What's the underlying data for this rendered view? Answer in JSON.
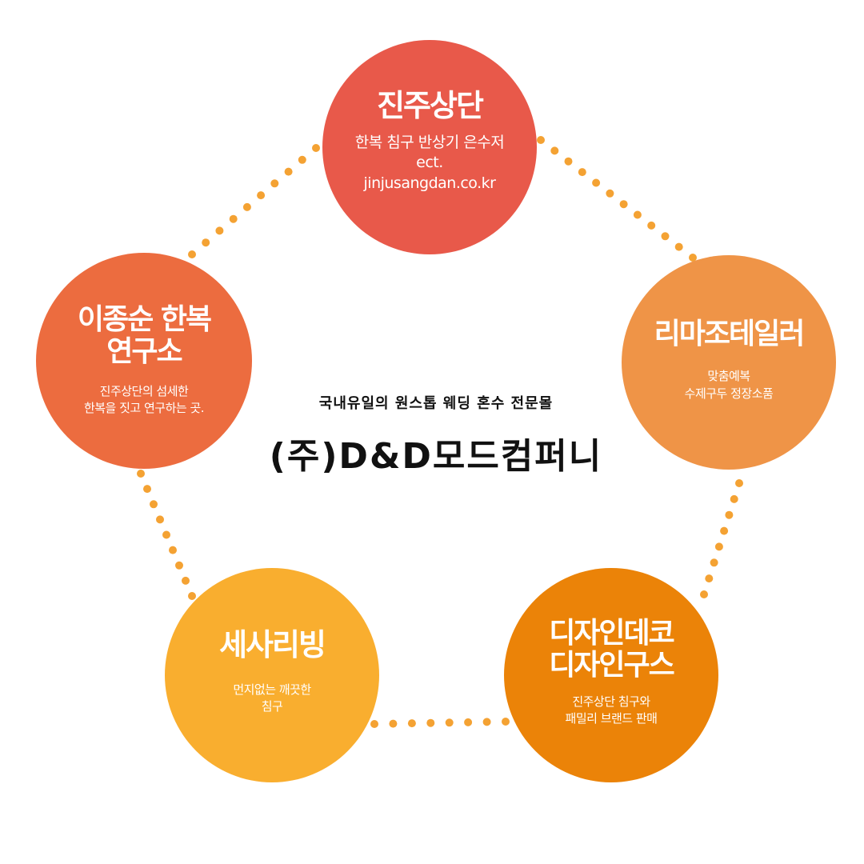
{
  "colors": {
    "dots": "#F4A233",
    "jinju": "#E8594A",
    "rima": "#EF9447",
    "leejongsoon": "#EC6C3F",
    "sesariving": "#F9AE2F",
    "design": "#EB8308"
  },
  "center": {
    "tagline": "국내유일의 원스톱 웨딩 혼수 전문몰",
    "company": "(주)D&D모드컴퍼니"
  },
  "nodes": {
    "jinju": {
      "title": "진주상단",
      "desc": [
        "한복 침구 반상기 은수저",
        "ect.",
        "jinjusangdan.co.kr"
      ]
    },
    "rima": {
      "title": "리마조테일러",
      "desc": [
        "맞춤예복",
        "수제구두 정장소품"
      ]
    },
    "leejongsoon": {
      "title": [
        "이종순 한복",
        "연구소"
      ],
      "desc": [
        "진주상단의 섬세한",
        "한복을 짓고 연구하는 곳."
      ]
    },
    "sesariving": {
      "title": "세사리빙",
      "desc": [
        "먼지없는 깨끗한",
        "침구"
      ]
    },
    "design": {
      "title": [
        "디자인데코",
        "디자인구스"
      ],
      "desc": [
        "진주상단 침구와",
        "패밀리 브랜드 판매"
      ]
    }
  }
}
